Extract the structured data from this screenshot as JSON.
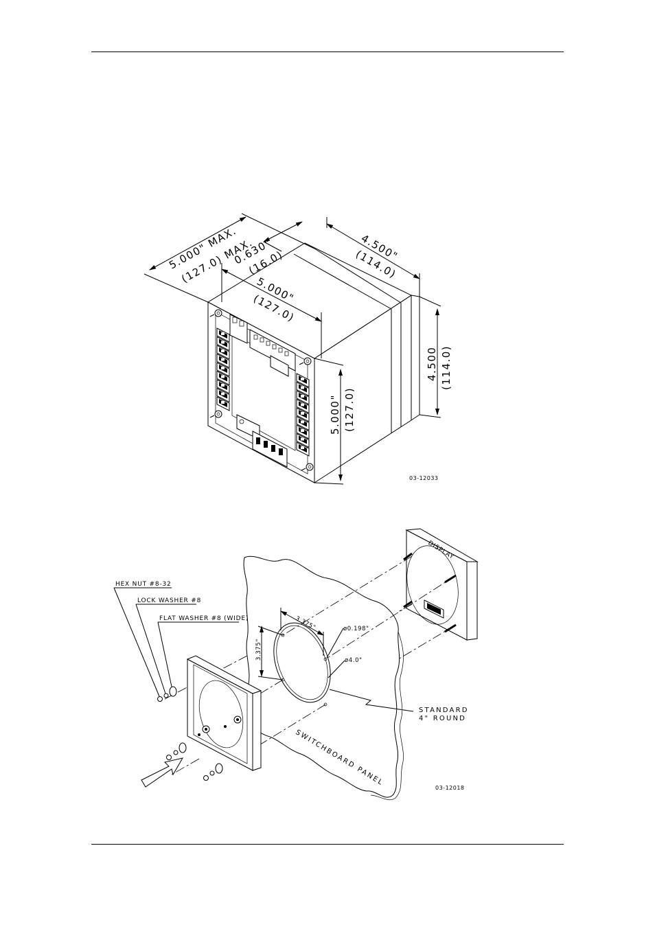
{
  "figure1": {
    "dims": {
      "depth_max_in": "5.000\" MAX.",
      "depth_max_mm": "(127.0) MAX.",
      "flange_in": "0.630\"",
      "flange_mm": "(16.0)",
      "body_depth_in": "4.500\"",
      "body_depth_mm": "(114.0)",
      "face_width_in": "5.000\"",
      "face_width_mm": "(127.0)",
      "face_height_in": "5.000\"",
      "face_height_mm": "(127.0)",
      "body_height_in": "4.500",
      "body_height_mm": "(114.0)"
    },
    "ref": "03-12033"
  },
  "figure2": {
    "hardware": {
      "hex_nut": "HEX NUT #8-32",
      "lock_washer": "LOCK WASHER #8",
      "flat_washer": "FLAT WASHER #8 (WIDE)"
    },
    "dims": {
      "spacing_h": "3.375\"",
      "spacing_v": "3.375\"",
      "hole_dia": "ø0.198\"",
      "cutout_dia": "ø4.0\""
    },
    "display_label": "DISPLAY",
    "cutout_label_1": "STANDARD",
    "cutout_label_2": "4\" ROUND",
    "panel_label": "SWITCHBOARD PANEL",
    "ref": "03-12018"
  }
}
